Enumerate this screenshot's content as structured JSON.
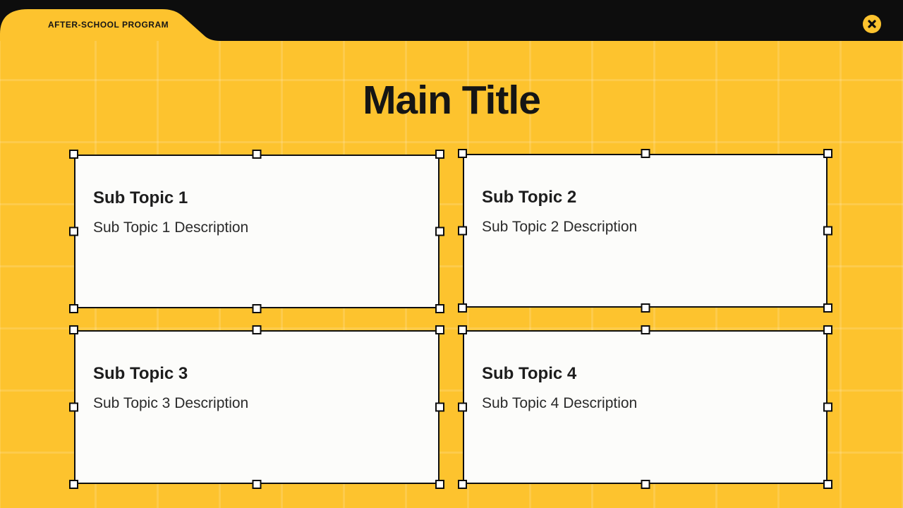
{
  "header": {
    "tab_label": "AFTER-SCHOOL PROGRAM"
  },
  "slide": {
    "title": "Main Title",
    "cards": [
      {
        "title": "Sub Topic 1",
        "description": "Sub Topic 1 Description"
      },
      {
        "title": "Sub Topic 2",
        "description": "Sub Topic 2 Description"
      },
      {
        "title": "Sub Topic 3",
        "description": "Sub Topic 3 Description"
      },
      {
        "title": "Sub Topic 4",
        "description": "Sub Topic 4 Description"
      }
    ]
  },
  "colors": {
    "accent_yellow": "#fdc32e",
    "bar_black": "#0d0d0d",
    "card_white": "#fcfcfa",
    "text_black": "#1d1d1d"
  }
}
